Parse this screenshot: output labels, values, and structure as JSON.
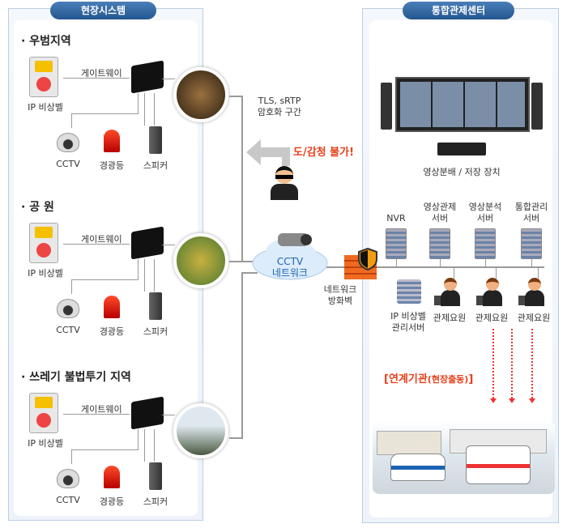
{
  "left_panel": {
    "title": "현장시스템",
    "sections": [
      {
        "title": "· 우범지역",
        "bell": "IP 비상벨",
        "gateway": "게이트웨이",
        "cctv": "CCTV",
        "light": "경광등",
        "speaker": "스피커"
      },
      {
        "title": "· 공 원",
        "bell": "IP 비상벨",
        "gateway": "게이트웨이",
        "cctv": "CCTV",
        "light": "경광등",
        "speaker": "스피커"
      },
      {
        "title": "· 쓰레기 불법투기 지역",
        "bell": "IP 비상벨",
        "gateway": "게이트웨이",
        "cctv": "CCTV",
        "light": "경광등",
        "speaker": "스피커"
      }
    ]
  },
  "middle": {
    "encryption": [
      "TLS, sRTP",
      "암호화 구간"
    ],
    "warning": "도/감청 불가!",
    "network": [
      "CCTV",
      "네트워크"
    ],
    "firewall": [
      "네트워크",
      "방화벽"
    ]
  },
  "right_panel": {
    "title": "통합관제센터",
    "storage": "영상분배 / 저장 장치",
    "servers": [
      [
        "NVR"
      ],
      [
        "영상관제",
        "서버"
      ],
      [
        "영상분석",
        "서버"
      ],
      [
        "통합관리",
        "서버"
      ]
    ],
    "bell_server": [
      "IP 비상벨",
      "관리서버"
    ],
    "operators": [
      "관제요원",
      "관제요원",
      "관제요원"
    ],
    "agency": {
      "main": "[연계기관",
      "sub": "(현장출동)",
      "end": "]"
    }
  },
  "colors": {
    "accent": "#24558f",
    "warning": "#e8401c"
  }
}
